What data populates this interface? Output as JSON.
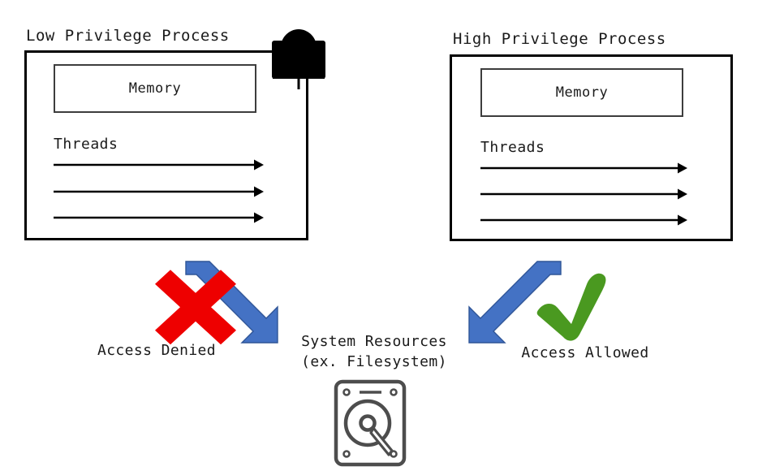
{
  "diagram": {
    "title_semantic": "process-privilege-access-diagram",
    "background": "#ffffff"
  },
  "colors": {
    "outline": "#000000",
    "memory_outline": "#3d3d3d",
    "arrow_blue": "#4472C4",
    "arrow_blue_stroke": "#2F5597",
    "deny_red": "#EE0000",
    "allow_green": "#4A9920",
    "disk_gray": "#4D4D4D",
    "text": "#1a1a1a"
  },
  "left_process": {
    "title": "Low Privilege Process",
    "memory_label": "Memory",
    "threads_label": "Threads",
    "thread_count": 3,
    "lock_icon": "lock-closed-icon"
  },
  "right_process": {
    "title": "High Privilege Process",
    "memory_label": "Memory",
    "threads_label": "Threads",
    "thread_count": 3
  },
  "flows": {
    "left": {
      "arrow_icon": "arrow-down-right-icon",
      "status_icon": "cross-mark-icon",
      "caption": "Access Denied"
    },
    "right": {
      "arrow_icon": "arrow-down-left-icon",
      "status_icon": "check-mark-icon",
      "caption": "Access Allowed"
    }
  },
  "resource": {
    "caption_line1": "System Resources",
    "caption_line2": "(ex. Filesystem)",
    "icon": "hard-disk-icon"
  }
}
